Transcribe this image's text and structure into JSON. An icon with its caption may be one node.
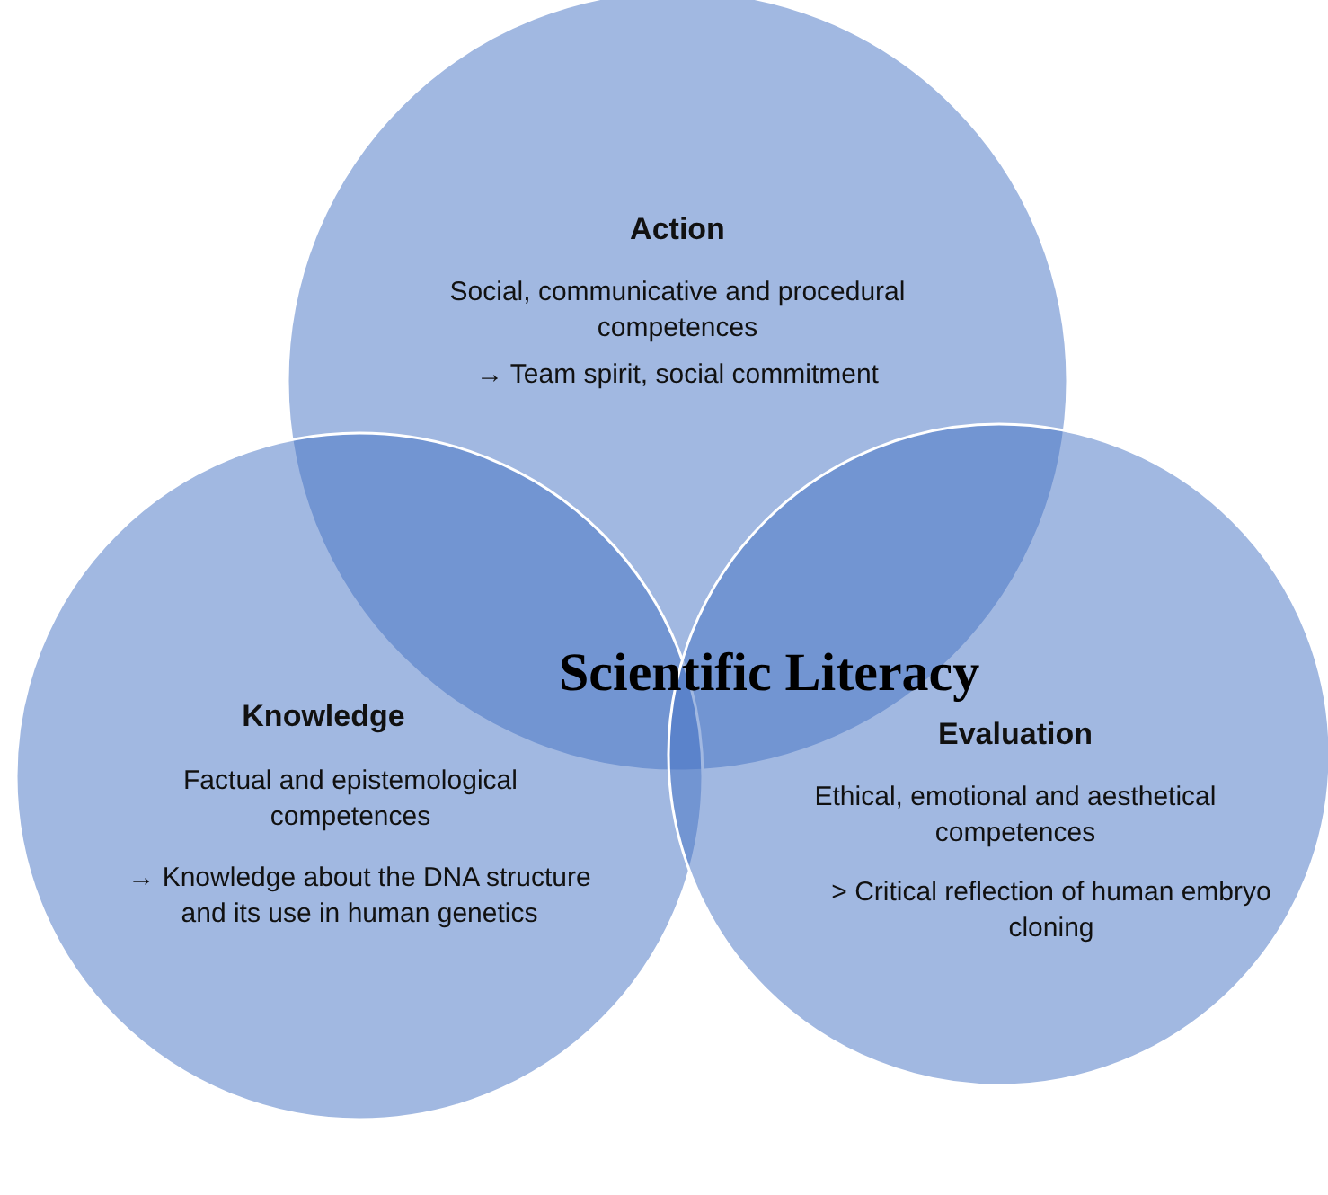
{
  "diagram": {
    "nodes": [
      {
        "text": [
          "Action",
          "Social, communicative and procedural competences",
          "→ Team spirit, social commitment"
        ]
      },
      {
        "text": [
          "Knowledge",
          "Factual and epistemological competences",
          "→ Knowledge about the DNA structure and its use in human genetics"
        ]
      },
      {
        "text": [
          "Evaluation",
          "Ethical, emotional and aesthetical competences",
          "> Critical reflection of human embryo cloning"
        ]
      }
    ],
    "edges": [],
    "labels": [
      "Scientific Literacy"
    ]
  }
}
